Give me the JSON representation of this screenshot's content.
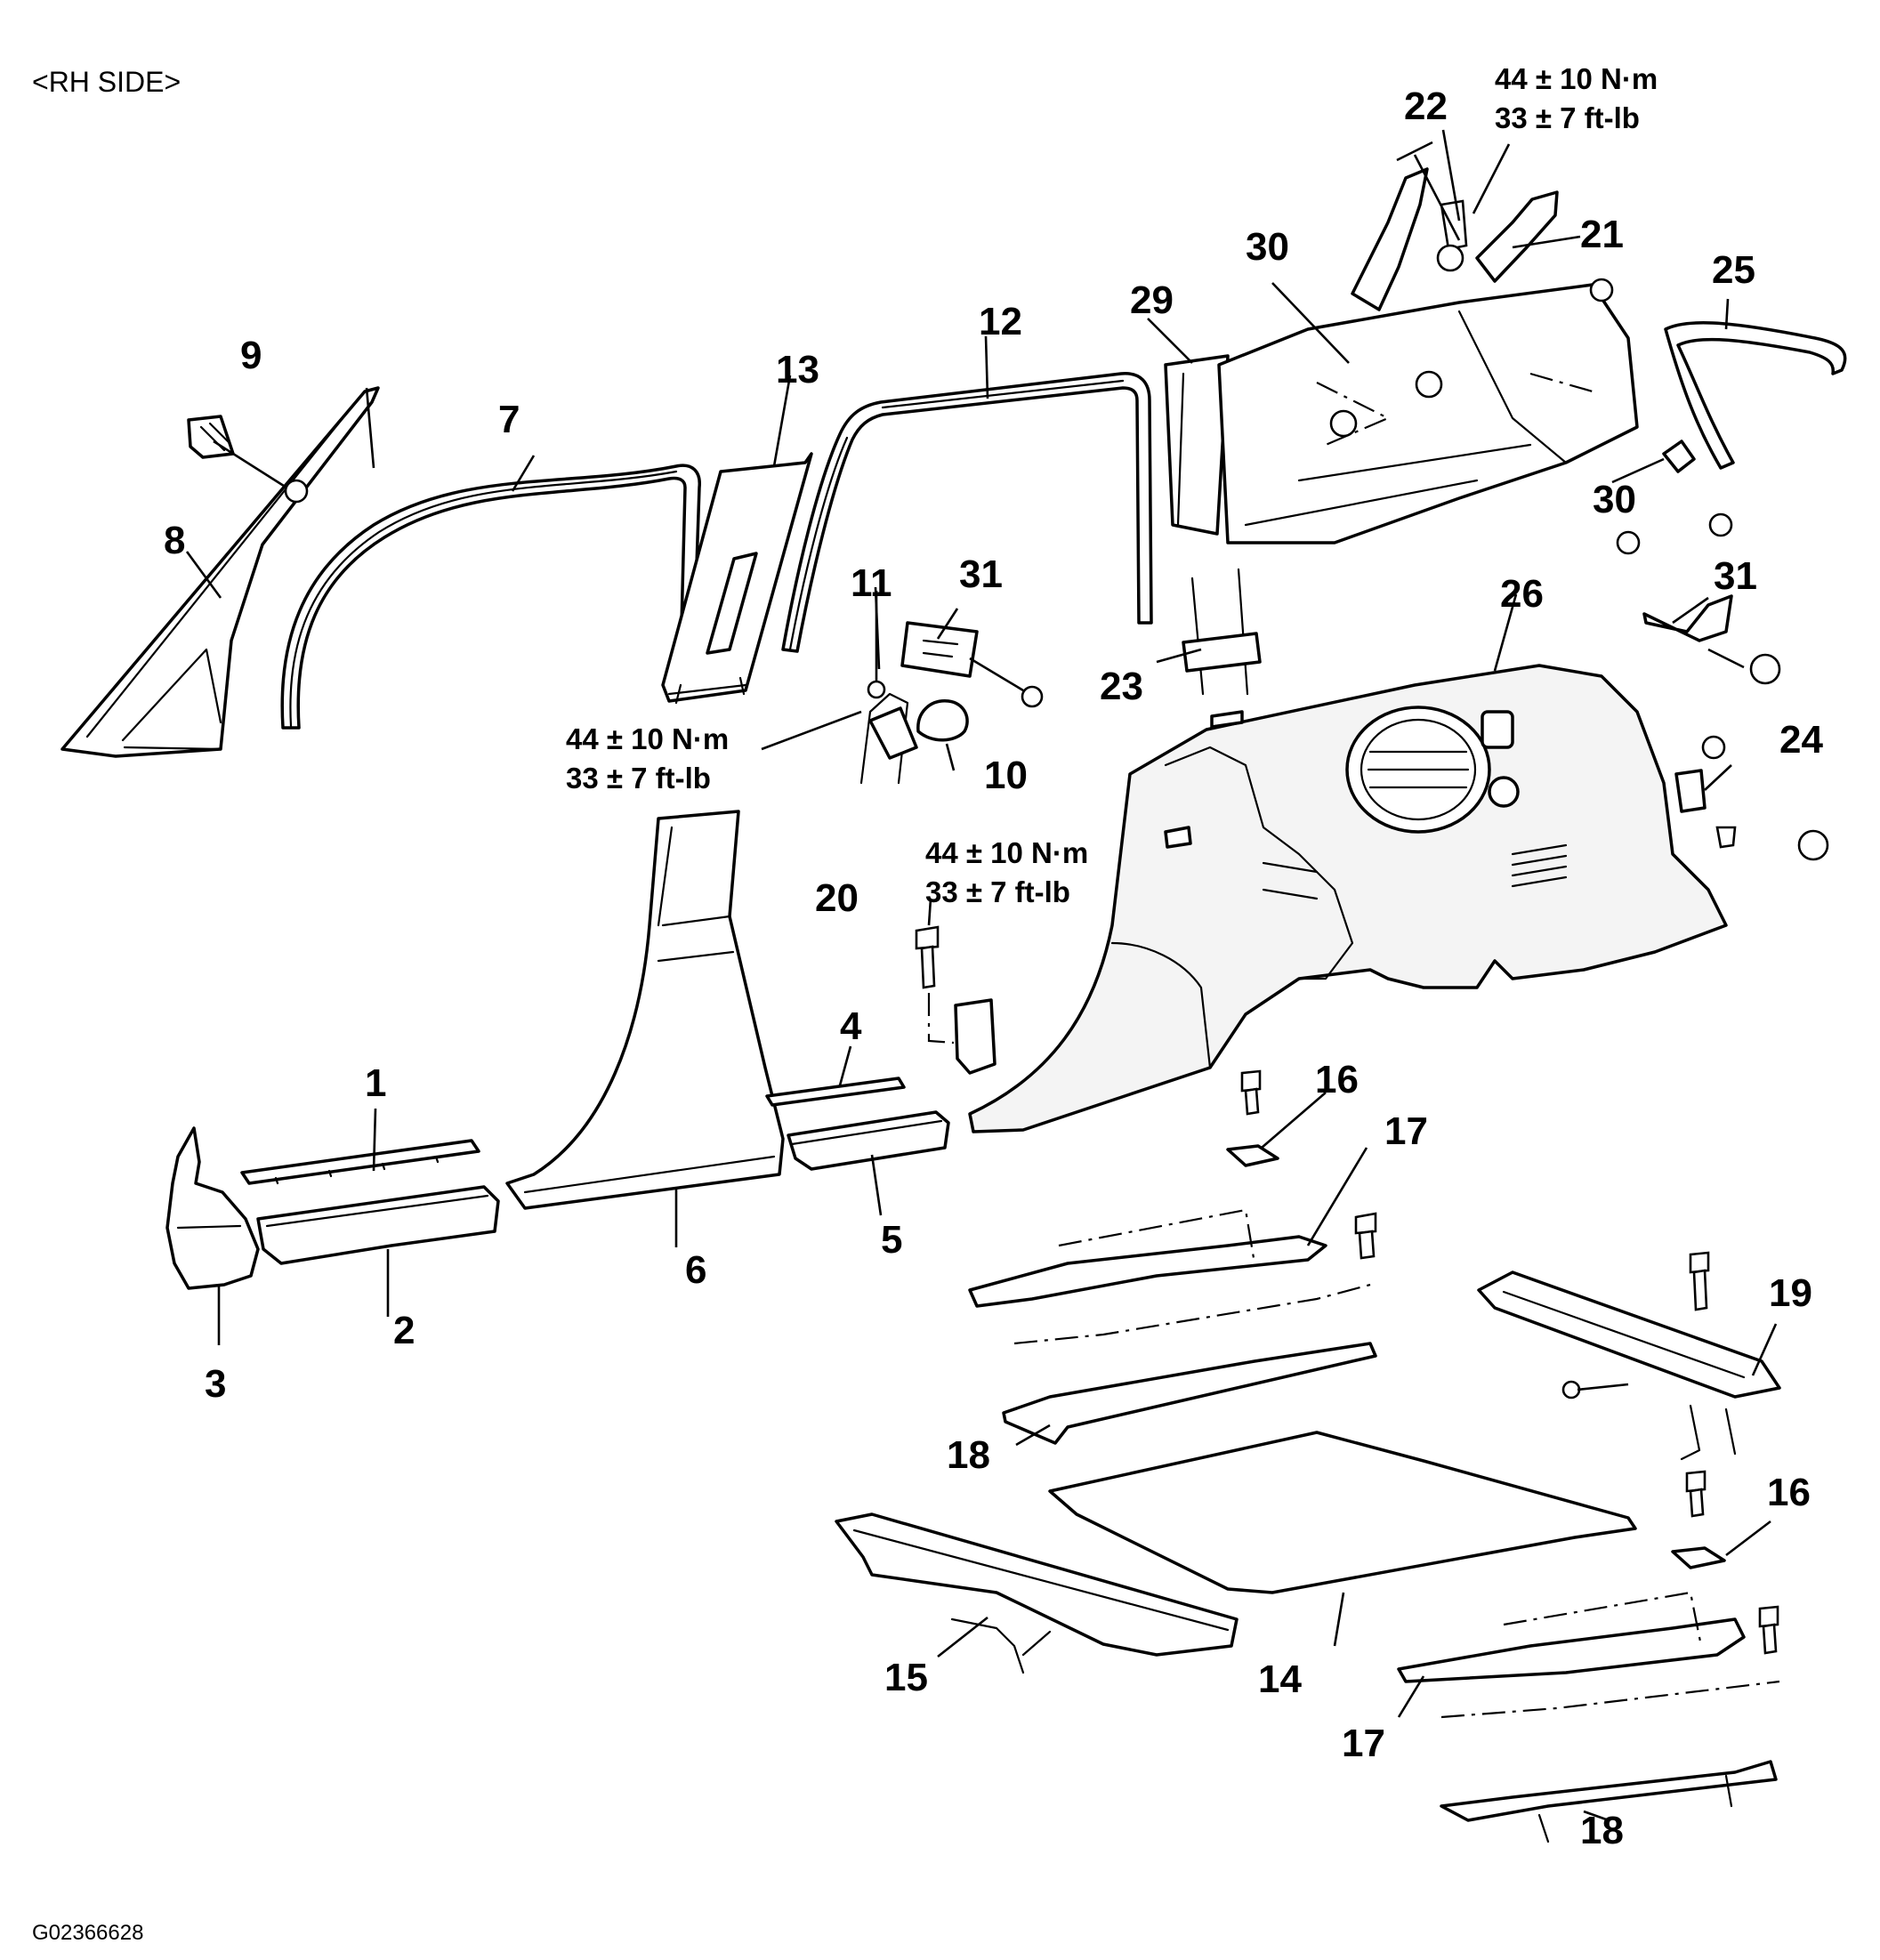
{
  "header": {
    "side_title": "<RH SIDE>"
  },
  "figure_code": "G02366628",
  "callouts": {
    "c1": "1",
    "c2": "2",
    "c3": "3",
    "c4": "4",
    "c5": "5",
    "c6": "6",
    "c7": "7",
    "c8": "8",
    "c9": "9",
    "c10": "10",
    "c11": "11",
    "c12": "12",
    "c13": "13",
    "c14": "14",
    "c15": "15",
    "c16a": "16",
    "c16b": "16",
    "c17a": "17",
    "c17b": "17",
    "c18a": "18",
    "c18b": "18",
    "c19": "19",
    "c20": "20",
    "c21": "21",
    "c22": "22",
    "c23": "23",
    "c24": "24",
    "c25": "25",
    "c26": "26",
    "c29": "29",
    "c30a": "30",
    "c30b": "30",
    "c31a": "31",
    "c31b": "31"
  },
  "torque_specs": {
    "top": {
      "metric": "44 ± 10 N·m",
      "imperial": "33 ± 7 ft-lb"
    },
    "pillar": {
      "metric": "44 ± 10 N·m",
      "imperial": "33 ± 7 ft-lb"
    },
    "bolt20": {
      "metric": "44 ± 10 N·m",
      "imperial": "33 ± 7 ft-lb"
    }
  }
}
